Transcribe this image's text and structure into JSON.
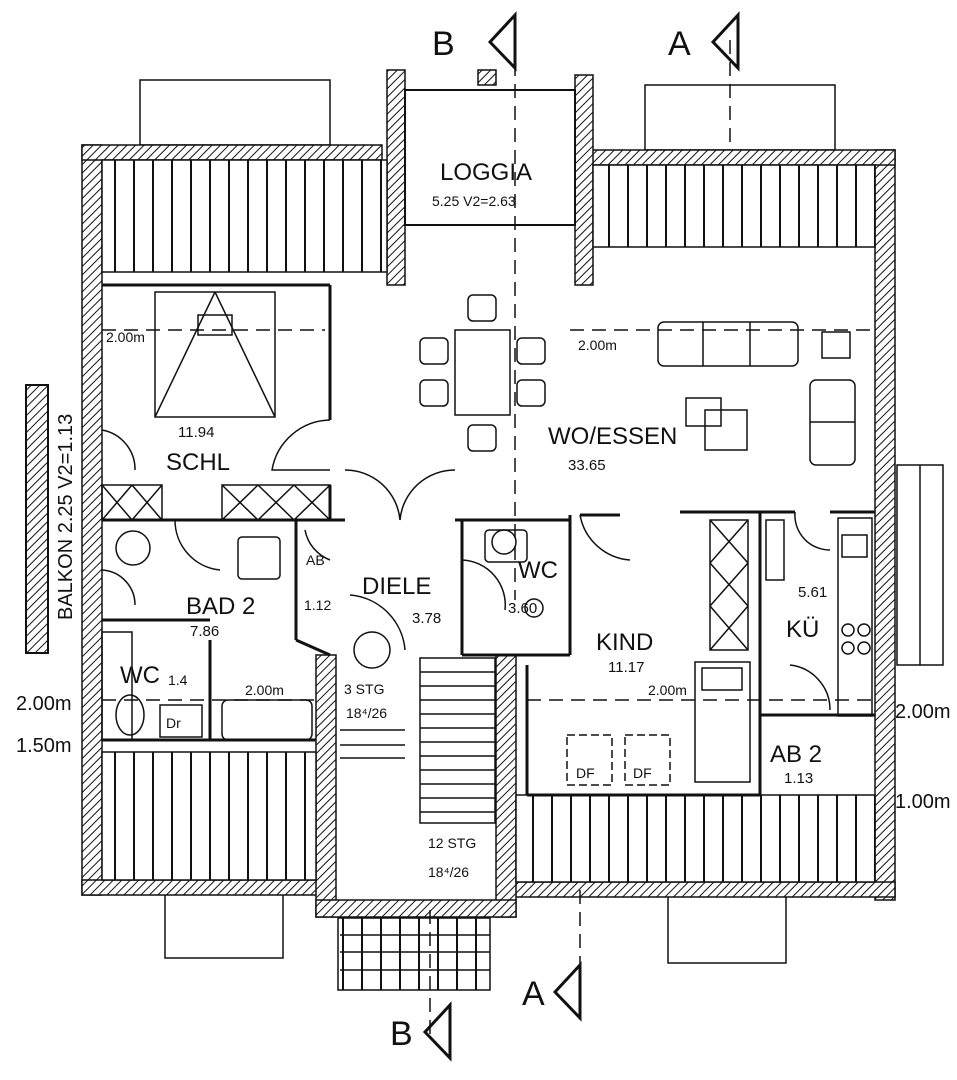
{
  "sections": {
    "b_top": "B",
    "a_top": "A",
    "a_bottom": "A",
    "b_bottom": "B"
  },
  "rooms": {
    "loggia": {
      "name": "LOGGIA",
      "size": "5.25  V2=2.63"
    },
    "schl": {
      "name": "SCHL",
      "area": "11.94"
    },
    "wo_essen": {
      "name": "WO/ESSEN",
      "area": "33.65"
    },
    "bad": {
      "name": "BAD 2",
      "area": "7.86"
    },
    "ab": {
      "name": "AB",
      "area": "1.12"
    },
    "diele": {
      "name": "DIELE",
      "area": "3.78"
    },
    "wc_right": {
      "name": "WC",
      "area": "3.60"
    },
    "wc_left": {
      "name": "WC",
      "area": "1.4"
    },
    "kind": {
      "name": "KIND",
      "area": "11.17"
    },
    "ku": {
      "name": "KÜ",
      "area": "5.61"
    },
    "ab2": {
      "name": "AB 2",
      "area": "1.13"
    },
    "balkon": {
      "text": "BALKON 2.25 V2=1.13"
    }
  },
  "stairs": {
    "upper": {
      "count": "3 STG",
      "ratio": "18⁴/26"
    },
    "lower": {
      "count": "12 STG",
      "ratio": "18⁴/26"
    }
  },
  "dims": {
    "schl": "2.00m",
    "wo": "2.00m",
    "bad": "2.00m",
    "kind": "2.00m",
    "left_upper": "2.00m",
    "left_lower": "1.50m",
    "right_upper": "2.00m",
    "right_lower": "1.00m"
  },
  "skylights": {
    "d1": "DF",
    "d2": "DF"
  },
  "misc": {
    "dr": "Dr"
  }
}
